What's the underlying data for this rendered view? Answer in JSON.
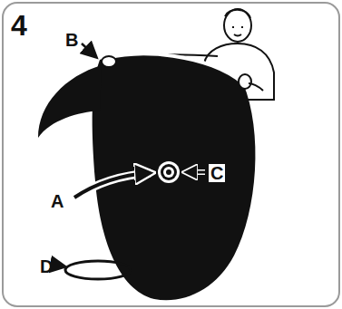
{
  "diagram": {
    "labels": [
      "4",
      "B",
      "A",
      "C",
      "D"
    ]
  }
}
